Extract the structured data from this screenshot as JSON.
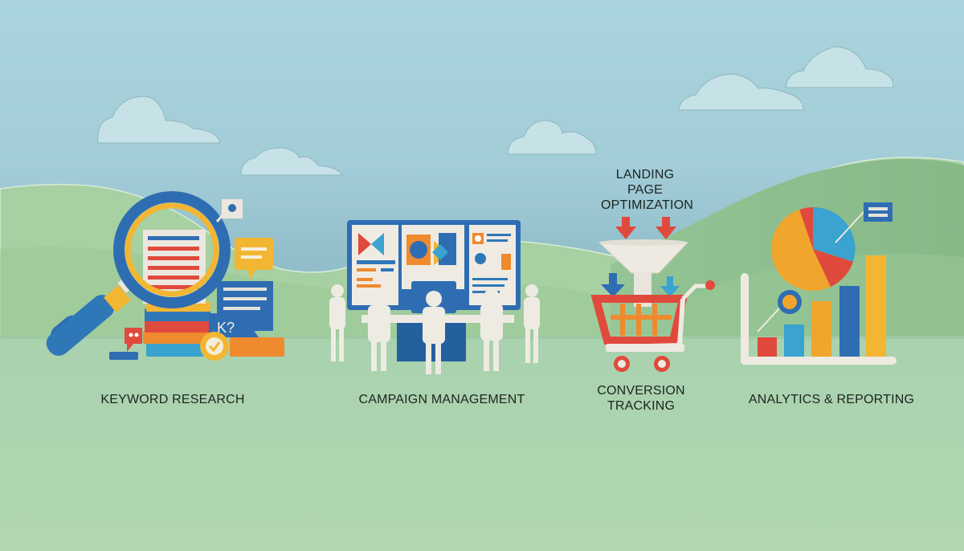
{
  "scene": {
    "style": "paper-cut illustration",
    "colors": {
      "sky": "#a6d0da",
      "cloud": "#c4e0e4",
      "hill_back": "#9ccaa0",
      "hill_right": "#8ebf8c",
      "ground": "#b4d6b4",
      "blue": "#2f6db3",
      "light_blue": "#3aa3cf",
      "yellow": "#f2b632",
      "orange": "#ef8a2e",
      "red": "#e04a3c",
      "paper": "#f2efe6"
    }
  },
  "labels": {
    "keyword_research": "KEYWORD RESEARCH",
    "campaign_management": "CAMPAIGN MANAGEMENT",
    "landing_page": [
      "LANDING",
      "PAGE",
      "OPTIMIZATION"
    ],
    "conversion_tracking": [
      "CONVERSION",
      "TRACKING"
    ],
    "analytics_reporting": "ANALYTICS & REPORTING"
  },
  "icons": {
    "keyword": "magnifying-glass-icon",
    "campaign": "team-dashboard-icon",
    "landing": "funnel-icon",
    "conversion": "shopping-cart-icon",
    "analytics": "pie-bar-chart-icon"
  },
  "illustration_text": {
    "keyword_card": "K?"
  }
}
